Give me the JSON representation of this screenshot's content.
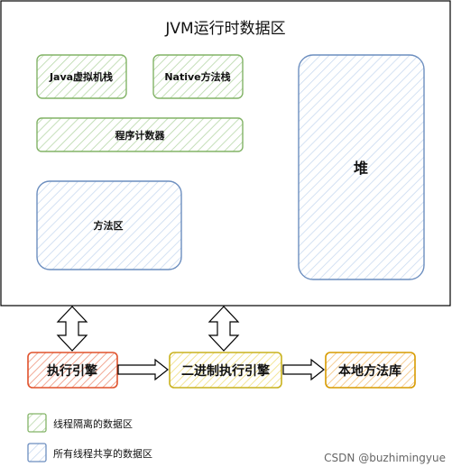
{
  "title": "JVM运行时数据区",
  "boxes": {
    "java_stack": "Java虚拟机栈",
    "native_stack": "Native方法栈",
    "pc_register": "程序计数器",
    "method_area": "方法区",
    "heap": "堆"
  },
  "engines": {
    "exec_engine": "执行引擎",
    "binary_engine": "二进制执行引擎",
    "native_lib": "本地方法库"
  },
  "legend": {
    "thread_private": "线程隔离的数据区",
    "thread_shared": "所有线程共享的数据区"
  },
  "watermark": "CSDN @buzhimingyue",
  "colors": {
    "green_stroke": "#82b366",
    "green_fill": "#d5e8d4",
    "blue_stroke": "#6c8ebf",
    "blue_fill": "#dae8fc",
    "red_stroke": "#e0522c",
    "red_fill": "#f8cecc",
    "yellow_stroke": "#c9b21e",
    "yellow_fill": "#fff2cc",
    "orange_stroke": "#d79b00",
    "orange_fill": "#ffe6cc"
  }
}
